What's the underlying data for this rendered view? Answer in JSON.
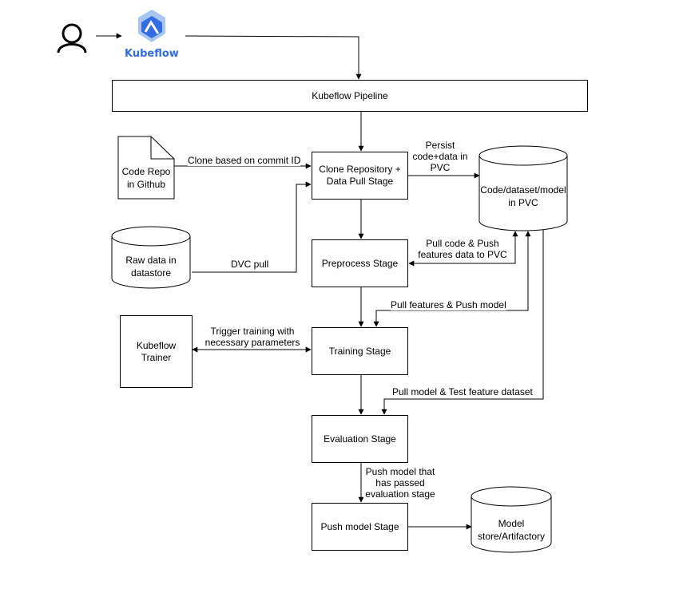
{
  "header": {
    "logo_text": "Kubeflow"
  },
  "nodes": {
    "pipeline": "Kubeflow Pipeline",
    "code_repo": "Code Repo\nin Github",
    "clone_stage": "Clone Repository +\nData Pull Stage",
    "pvc_store": "Code/dataset/model\nin PVC",
    "raw_data": "Raw data in\ndatastore",
    "preprocess": "Preprocess Stage",
    "trainer": "Kubeflow\nTrainer",
    "training": "Training Stage",
    "evaluation": "Evaluation Stage",
    "push_model": "Push model Stage",
    "model_store": "Model\nstore/Artifactory"
  },
  "edges": {
    "clone_commit": "Clone based on commit ID",
    "persist": "Persist\ncode+data in\nPVC",
    "dvc_pull": "DVC pull",
    "pull_code_push": "Pull code & Push\nfeatures data to PVC",
    "pull_features": "Pull features & Push model",
    "trigger_training": "Trigger training with\nnecessary parameters",
    "pull_model_test": "Pull model & Test feature dataset",
    "push_passed": "Push model that\nhas passed\nevaluation stage"
  },
  "colors": {
    "logo_blue": "#326ce5",
    "logo_light": "#a8c6f0",
    "line": "#000000"
  }
}
